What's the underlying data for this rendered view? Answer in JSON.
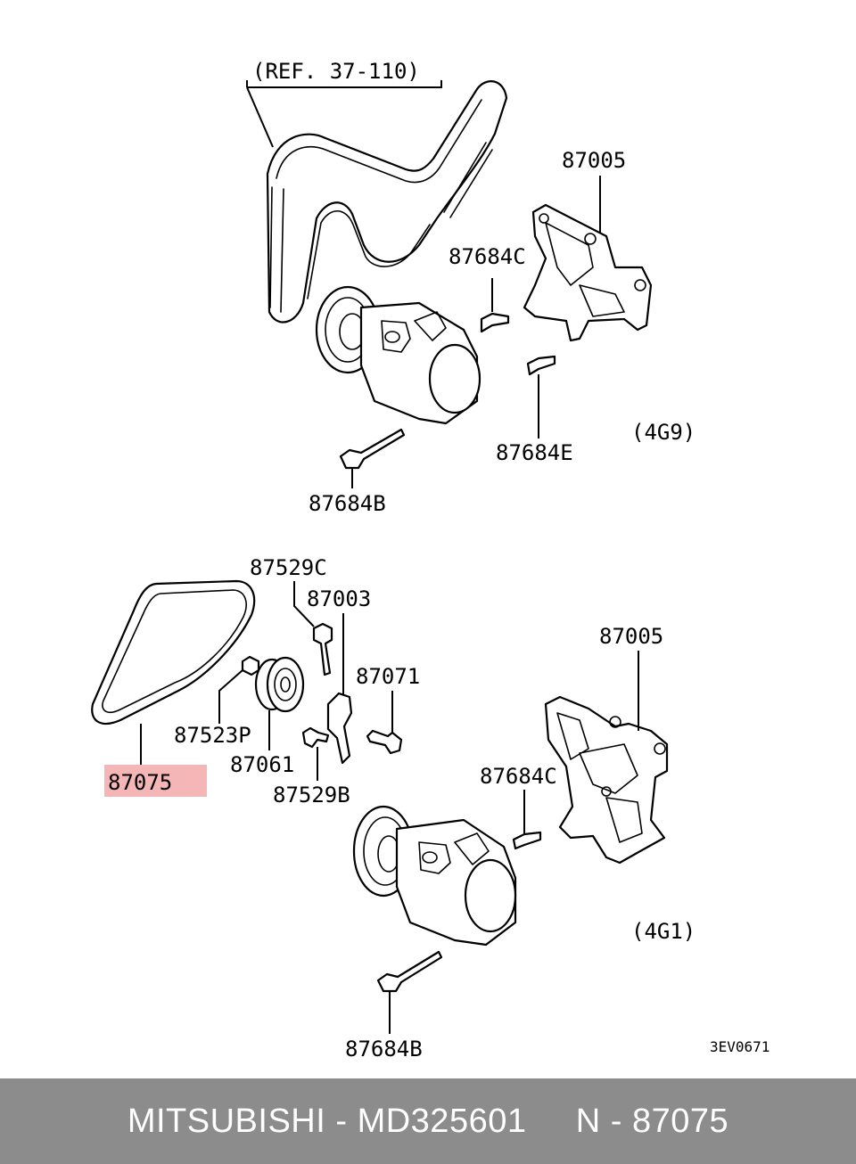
{
  "labels": {
    "ref": "(REF. 37-110)",
    "top_bracket": "87005",
    "top_bolt_c": "87684C",
    "top_bolt_e": "87684E",
    "top_bolt_b": "87684B",
    "top_engine": "(4G9)",
    "idler_bolt": "87529C",
    "tensioner_bracket": "87003",
    "pulley_bolt": "87523P",
    "adjust_bolt": "87071",
    "belt_part": "87075",
    "pulley": "87061",
    "bracket_bolt": "87529B",
    "bottom_bracket": "87005",
    "bottom_bolt_c": "87684C",
    "bottom_engine": "(4G1)",
    "bottom_bolt_b": "87684B",
    "diagram_code": "3EV0671"
  },
  "highlight": {
    "part": "87075",
    "color": "#f4b6b6"
  },
  "footer": {
    "text": "MITSUBISHI - MD325601     N - 87075"
  }
}
